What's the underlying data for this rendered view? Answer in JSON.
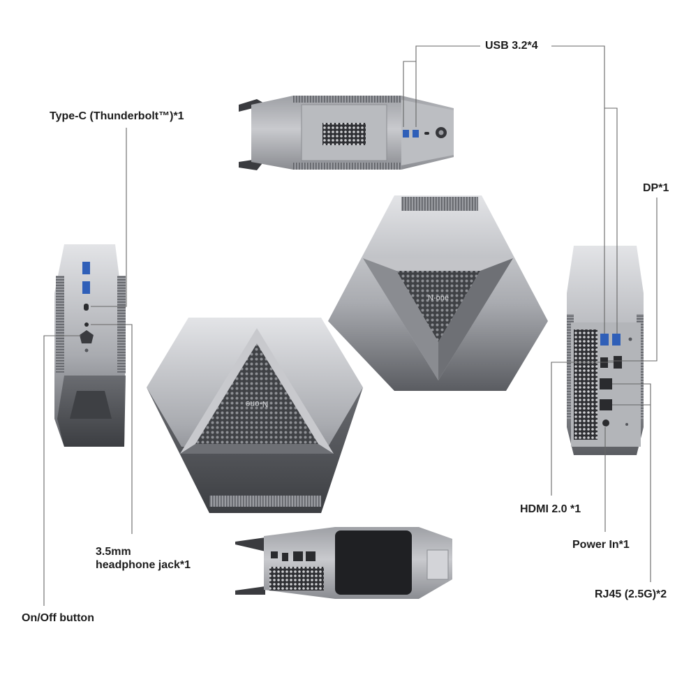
{
  "labels": {
    "usb": "USB 3.2*4",
    "typec": "Type-C (Thunderbolt™)*1",
    "dp": "DP*1",
    "hdmi": "HDMI 2.0 *1",
    "power": "Power In*1",
    "rj45": "RJ45 (2.5G)*2",
    "jack_line1": "3.5mm",
    "jack_line2": "headphone jack*1",
    "onoff": "On/Off button"
  },
  "logo": {
    "text": "N-one"
  },
  "colors": {
    "background": "#ffffff",
    "text": "#1c1c1c",
    "leader": "#666666",
    "silver_light": "#dcdde1",
    "silver_mid": "#a7a9ae",
    "silver_dark": "#55575c",
    "port_blue": "#2f5fb8"
  }
}
